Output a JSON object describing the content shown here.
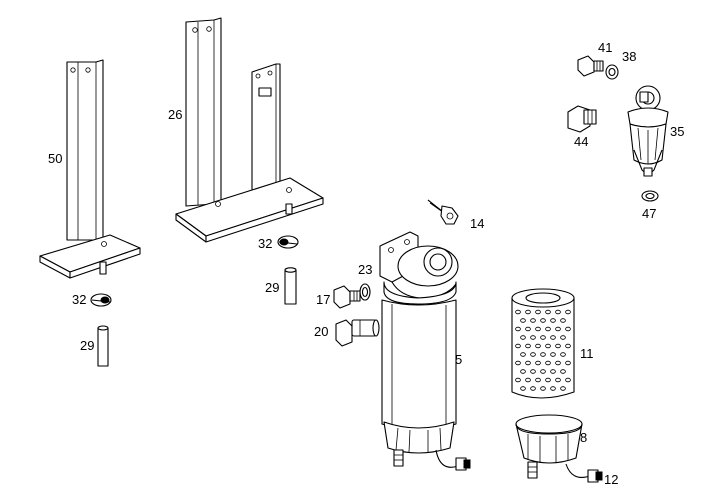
{
  "labels": {
    "p50": "50",
    "p26": "26",
    "p32a": "32",
    "p32b": "32",
    "p29a": "29",
    "p29b": "29",
    "p14": "14",
    "p23": "23",
    "p17": "17",
    "p20": "20",
    "p5": "5",
    "p11": "11",
    "p8": "8",
    "p12": "12",
    "p41": "41",
    "p38": "38",
    "p44": "44",
    "p35": "35",
    "p47": "47"
  }
}
